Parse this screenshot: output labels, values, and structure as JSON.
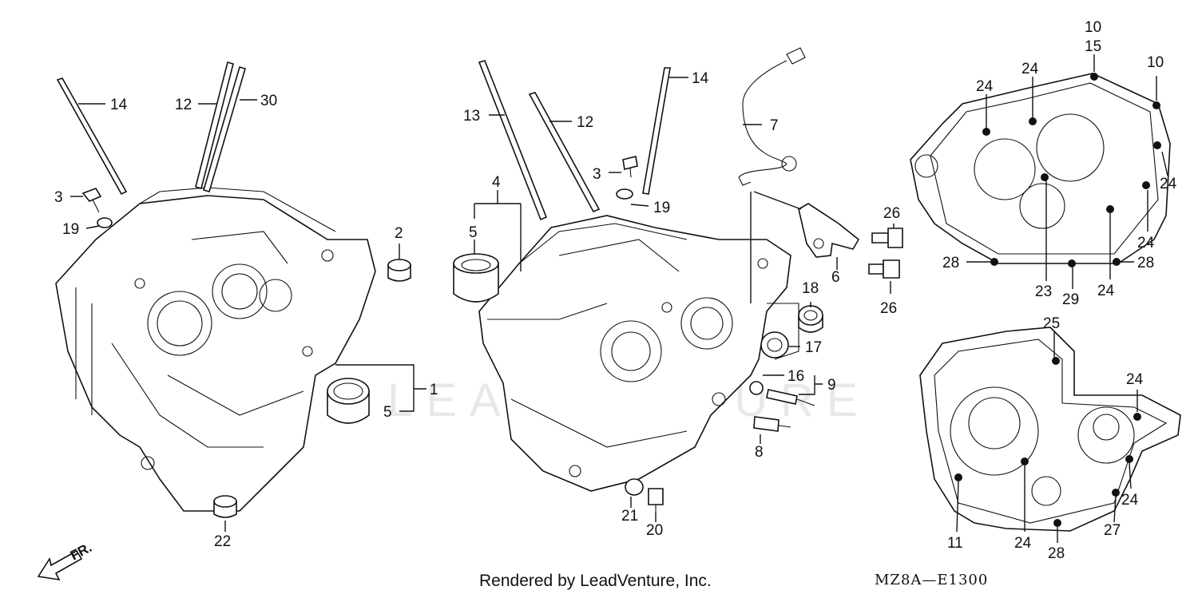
{
  "watermark": "LEADVENTURE",
  "footer": "Rendered by LeadVenture, Inc.",
  "diagram_code": "MZ8A—E1300",
  "direction": "FR.",
  "callouts": [
    {
      "id": "c14a",
      "text": "14"
    },
    {
      "id": "c12a",
      "text": "12"
    },
    {
      "id": "c30",
      "text": "30"
    },
    {
      "id": "c3a",
      "text": "3"
    },
    {
      "id": "c19a",
      "text": "19"
    },
    {
      "id": "c2",
      "text": "2"
    },
    {
      "id": "c1",
      "text": "1"
    },
    {
      "id": "c5a",
      "text": "5"
    },
    {
      "id": "c22",
      "text": "22"
    },
    {
      "id": "c13",
      "text": "13"
    },
    {
      "id": "c12b",
      "text": "12"
    },
    {
      "id": "c14b",
      "text": "14"
    },
    {
      "id": "c3b",
      "text": "3"
    },
    {
      "id": "c19b",
      "text": "19"
    },
    {
      "id": "c4",
      "text": "4"
    },
    {
      "id": "c5b",
      "text": "5"
    },
    {
      "id": "c7",
      "text": "7"
    },
    {
      "id": "c26a",
      "text": "26"
    },
    {
      "id": "c26b",
      "text": "26"
    },
    {
      "id": "c6",
      "text": "6"
    },
    {
      "id": "c18",
      "text": "18"
    },
    {
      "id": "c17",
      "text": "17"
    },
    {
      "id": "c16",
      "text": "16"
    },
    {
      "id": "c9",
      "text": "9"
    },
    {
      "id": "c8",
      "text": "8"
    },
    {
      "id": "c21",
      "text": "21"
    },
    {
      "id": "c20",
      "text": "20"
    },
    {
      "id": "c10a",
      "text": "10"
    },
    {
      "id": "c15",
      "text": "15"
    },
    {
      "id": "c10b",
      "text": "10"
    },
    {
      "id": "c24a",
      "text": "24"
    },
    {
      "id": "c24b",
      "text": "24"
    },
    {
      "id": "c24c",
      "text": "24"
    },
    {
      "id": "c24d",
      "text": "24"
    },
    {
      "id": "c28a",
      "text": "28"
    },
    {
      "id": "c28b",
      "text": "28"
    },
    {
      "id": "c23",
      "text": "23"
    },
    {
      "id": "c29",
      "text": "29"
    },
    {
      "id": "c24e",
      "text": "24"
    },
    {
      "id": "c25",
      "text": "25"
    },
    {
      "id": "c24f",
      "text": "24"
    },
    {
      "id": "c24g",
      "text": "24"
    },
    {
      "id": "c11",
      "text": "11"
    },
    {
      "id": "c24h",
      "text": "24"
    },
    {
      "id": "c28c",
      "text": "28"
    },
    {
      "id": "c27",
      "text": "27"
    }
  ]
}
